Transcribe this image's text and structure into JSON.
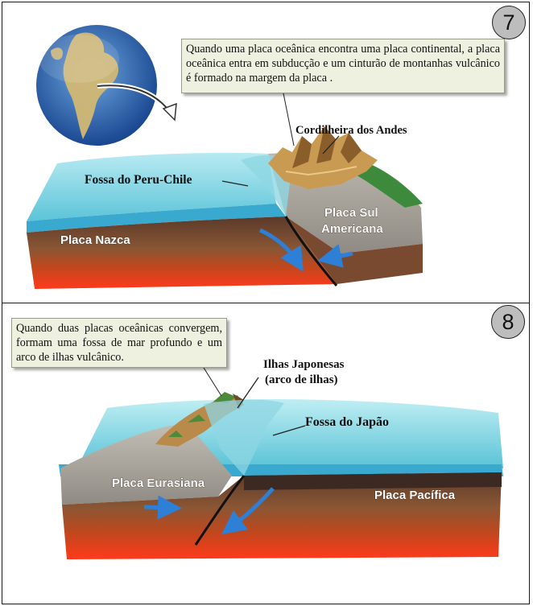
{
  "panel7": {
    "number": "7",
    "callout": "Quando uma placa oceânica encontra uma placa continental, a placa oceânica entra em subducção e um cinturão de montanhas vulcânico é formado na margem da placa .",
    "labels": {
      "andes": "Cordilheira dos Andes",
      "trench": "Fossa  do Peru-Chile",
      "plate_left": "Placa Nazca",
      "plate_right_line1": "Placa Sul",
      "plate_right_line2": "Americana"
    }
  },
  "panel8": {
    "number": "8",
    "callout": "Quando duas placas oceânicas convergem, formam uma fossa de mar profundo e um arco de ilhas vulcânico.",
    "labels": {
      "islands_line1": "Ilhas Japonesas",
      "islands_line2": "(arco de ilhas)",
      "trench": "Fossa  do Japão",
      "plate_left": "Placa Eurasiana",
      "plate_right": "Placa Pacífica"
    }
  },
  "colors": {
    "ocean": "#7fd3e0",
    "crust_brown": "#8a5a3a",
    "mantle_red": "#e8331e",
    "rock_gray": "#a7a39c",
    "arrow_blue": "#2e7fd6",
    "callout_bg": "#eef1df"
  }
}
